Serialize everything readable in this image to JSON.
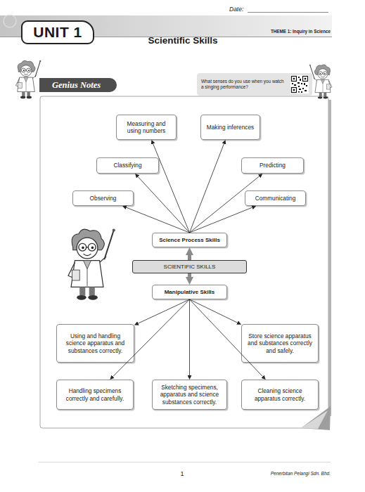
{
  "diagram": {
    "title": "Scientific Skills",
    "nodes": [
      {
        "text": [
          "UNIT 1"
        ]
      },
      {
        "text": [
          "Genius Notes"
        ]
      },
      {
        "text": [
          "What senses do you use when you watch a singing performance?"
        ]
      },
      {
        "text": [
          "Measuring and using numbers"
        ]
      },
      {
        "text": [
          "Making inferences"
        ]
      },
      {
        "text": [
          "Classifying"
        ]
      },
      {
        "text": [
          "Predicting"
        ]
      },
      {
        "text": [
          "Observing"
        ]
      },
      {
        "text": [
          "Communicating"
        ]
      },
      {
        "text": [
          "Science Process Skills"
        ]
      },
      {
        "text": [
          "SCIENTIFIC SKILLS"
        ]
      },
      {
        "text": [
          "Manipulative Skills"
        ]
      },
      {
        "text": [
          "Using and handling science apparatus and substances correctly."
        ]
      },
      {
        "text": [
          "Store science apparatus and substances correctly and safely."
        ]
      },
      {
        "text": [
          "Handling specimens correctly and carefully."
        ]
      },
      {
        "text": [
          "Sketching specimens, apparatus and science substances correctly."
        ]
      },
      {
        "text": [
          "Cleaning science apparatus correctly."
        ]
      }
    ],
    "edges": [
      {
        "from": 9,
        "to": 3,
        "arrow": "to"
      },
      {
        "from": 9,
        "to": 4,
        "arrow": "to"
      },
      {
        "from": 9,
        "to": 5,
        "arrow": "to"
      },
      {
        "from": 9,
        "to": 6,
        "arrow": "to"
      },
      {
        "from": 9,
        "to": 7,
        "arrow": "to"
      },
      {
        "from": 9,
        "to": 8,
        "arrow": "to"
      },
      {
        "from": 10,
        "to": 9,
        "arrow": "to"
      },
      {
        "from": 10,
        "to": 11,
        "arrow": "to"
      },
      {
        "from": 11,
        "to": 12,
        "arrow": "to"
      },
      {
        "from": 11,
        "to": 13,
        "arrow": "to"
      },
      {
        "from": 11,
        "to": 14,
        "arrow": "to"
      },
      {
        "from": 11,
        "to": 15,
        "arrow": "to"
      },
      {
        "from": 11,
        "to": 16,
        "arrow": "to"
      }
    ],
    "labels": [
      "Date:",
      "THEME 1: Inquiry in Science",
      "1",
      "Penerbitan Pelangi Sdn. Bhd."
    ]
  }
}
